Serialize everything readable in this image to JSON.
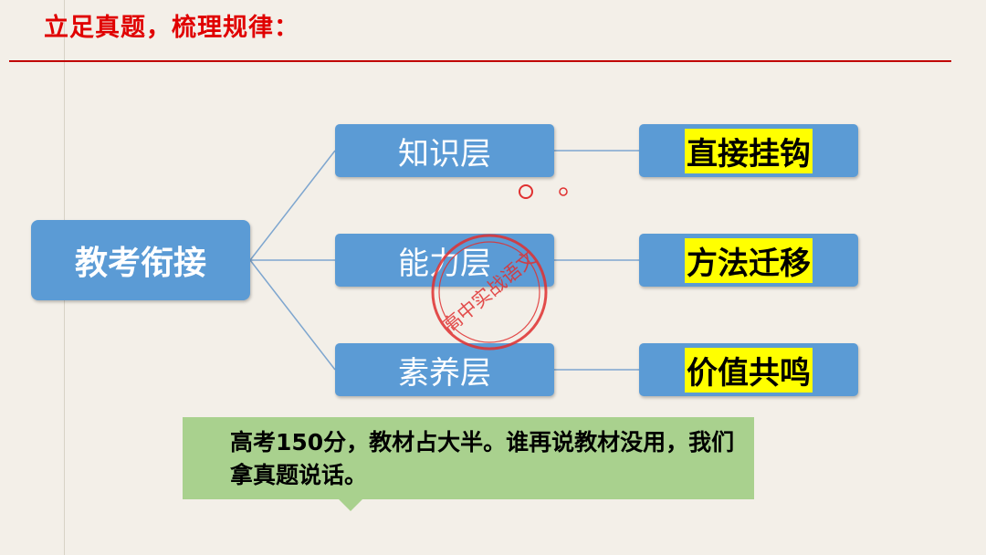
{
  "title": "立足真题，梳理规律：",
  "diagram": {
    "root": "教考衔接",
    "layers": [
      "知识层",
      "能力层",
      "素养层"
    ],
    "results": [
      "直接挂钩",
      "方法迁移",
      "价值共鸣"
    ]
  },
  "callout": "高考150分，教材占大半。谁再说教材没用，我们拿真题说话。",
  "stamp": "高中实战语文",
  "colors": {
    "title": "#e00000",
    "node": "#5b9bd5",
    "highlight": "#ffff00",
    "callout": "#a9d18e",
    "stamp": "#e03030"
  }
}
